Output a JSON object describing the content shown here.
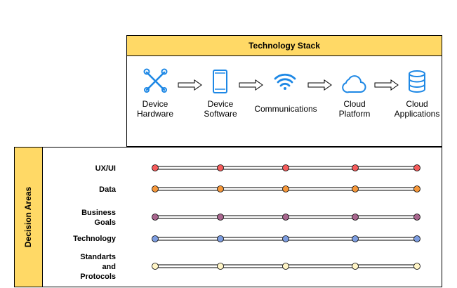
{
  "technology_stack": {
    "title": "Technology Stack",
    "items": [
      {
        "label": "Device\nHardware",
        "icon": "tools-icon"
      },
      {
        "label": "Device\nSoftware",
        "icon": "smartphone-icon"
      },
      {
        "label": "Communications",
        "icon": "wifi-icon"
      },
      {
        "label": "Cloud\nPlatform",
        "icon": "cloud-icon"
      },
      {
        "label": "Cloud\nApplications",
        "icon": "database-icon"
      }
    ]
  },
  "decision_areas": {
    "title": "Decision Areas",
    "rows": [
      {
        "label": "UX/UI",
        "dot_color": "#f45b5b"
      },
      {
        "label": "Data",
        "dot_color": "#f5973a"
      },
      {
        "label": "Business\nGoals",
        "dot_color": "#a8668e"
      },
      {
        "label": "Technology",
        "dot_color": "#7d9de0"
      },
      {
        "label": "Standarts\nand\nProtocols",
        "dot_color": "#fff5c6"
      }
    ]
  },
  "colors": {
    "header_fill": "#ffd966",
    "icon_blue": "#1e88e5",
    "line": "#000000"
  }
}
